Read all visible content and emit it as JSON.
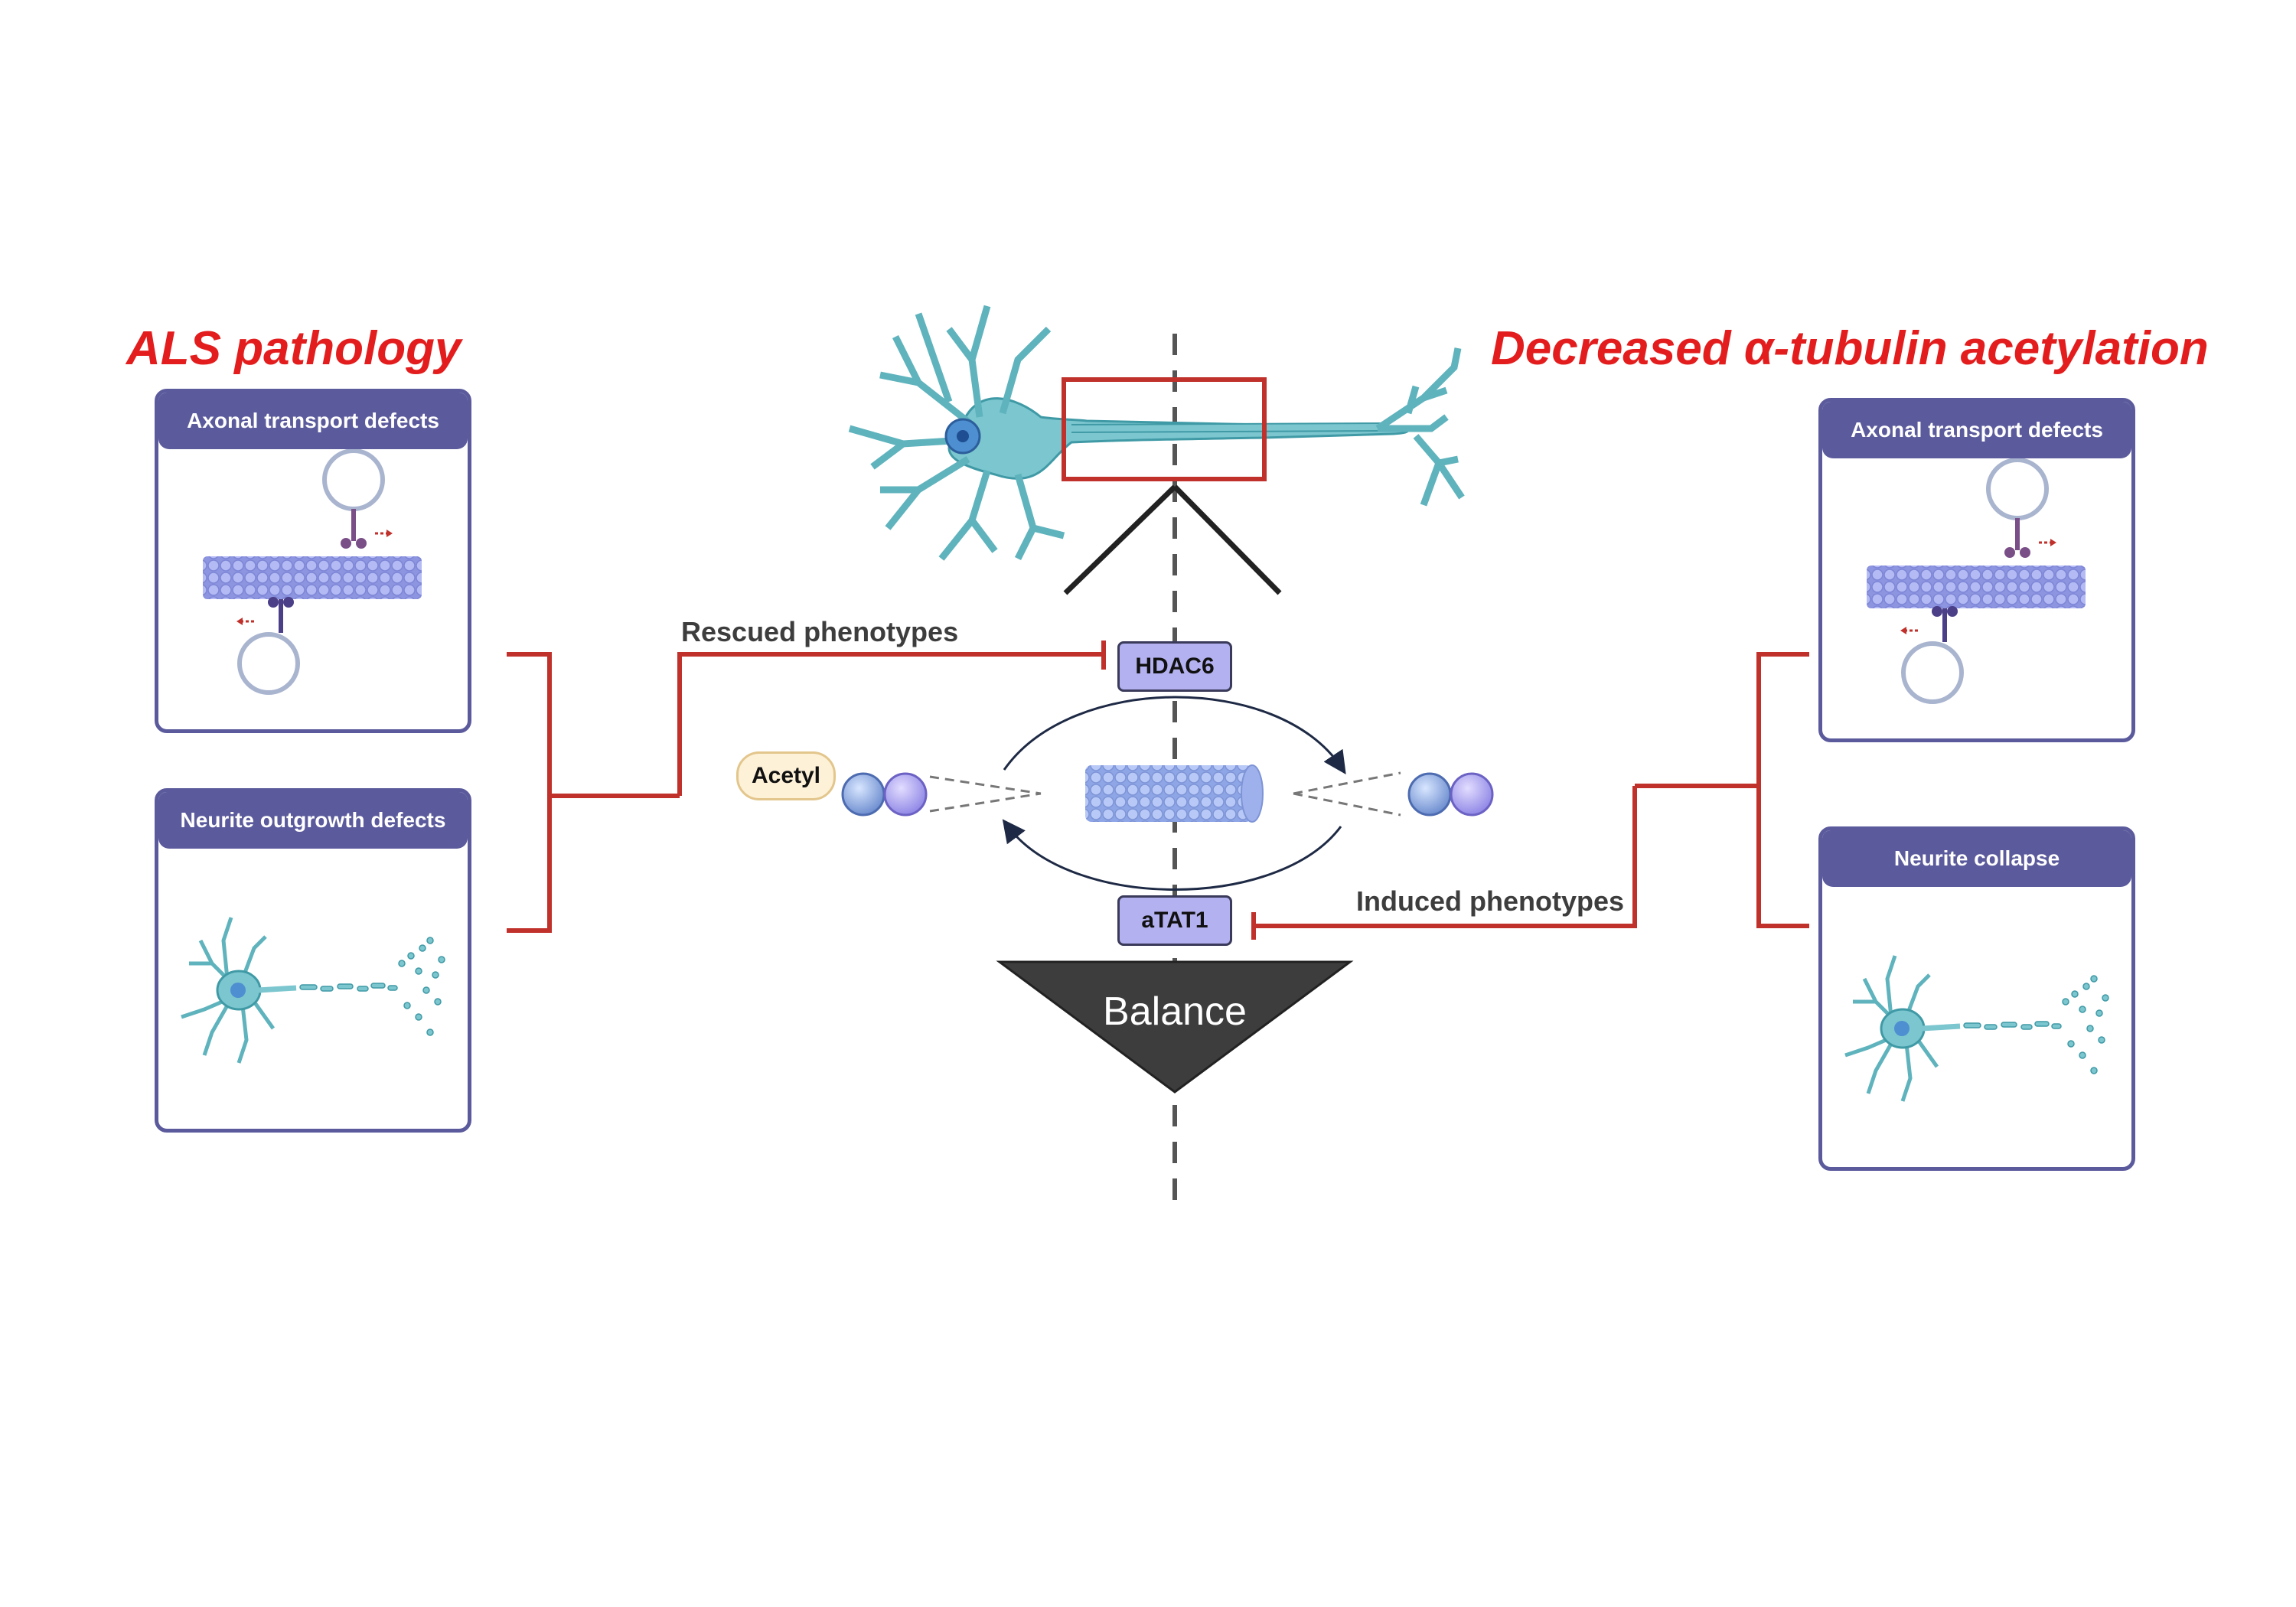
{
  "headings": {
    "left": "ALS pathology",
    "right": "Decreased α-tubulin acetylation"
  },
  "left_panels": [
    {
      "title": "Axonal transport defects"
    },
    {
      "title": "Neurite outgrowth defects"
    }
  ],
  "right_panels": [
    {
      "title": "Axonal transport defects"
    },
    {
      "title": "Neurite collapse"
    }
  ],
  "center": {
    "rescued_label": "Rescued phenotypes",
    "induced_label": "Induced phenotypes",
    "hdac6": "HDAC6",
    "atat1": "aTAT1",
    "acetyl": "Acetyl",
    "balance": "Balance"
  },
  "colors": {
    "heading": "#e31d1d",
    "panel_border": "#5b5a9c",
    "connector": "#c0312b",
    "neuron": "#7cc6cf",
    "enzyme_fill": "#b3b1f0",
    "balance_fill": "#3d3d3d"
  }
}
